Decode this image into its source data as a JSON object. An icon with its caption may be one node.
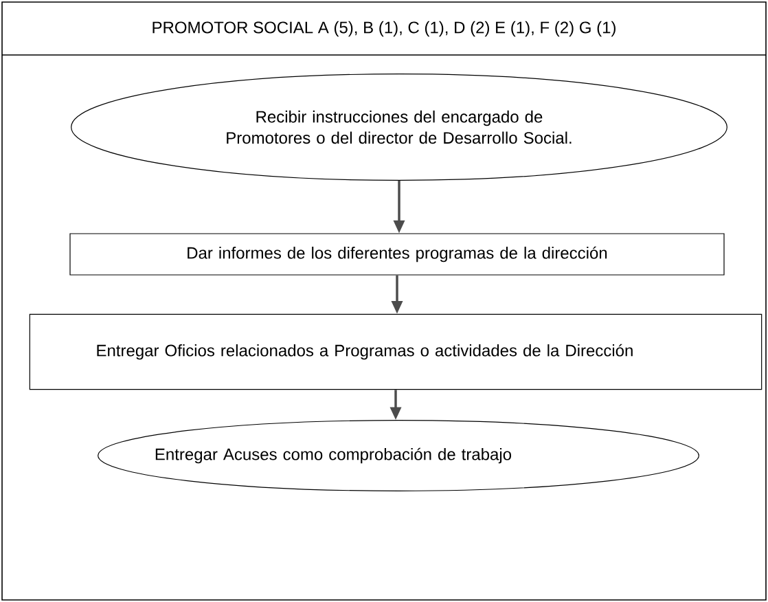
{
  "diagram": {
    "title": "PROMOTOR SOCIAL A  (5), B (1), C (1), D (2) E (1), F (2) G (1)",
    "nodes": [
      {
        "text": [
          "Recibir instrucciones del encargado de Promotores o del director de Desarrollo Social."
        ]
      },
      {
        "text": [
          "Dar informes de los diferentes programas de la dirección"
        ]
      },
      {
        "text": [
          "Entregar Oficios relacionados a Programas o actividades de la Dirección"
        ]
      },
      {
        "text": [
          "Entregar Acuses como comprobación de trabajo"
        ]
      }
    ],
    "edges": [
      {
        "from": 0,
        "to": 1,
        "arrow": "to"
      },
      {
        "from": 1,
        "to": 2,
        "arrow": "to"
      },
      {
        "from": 2,
        "to": 3,
        "arrow": "to"
      }
    ]
  }
}
